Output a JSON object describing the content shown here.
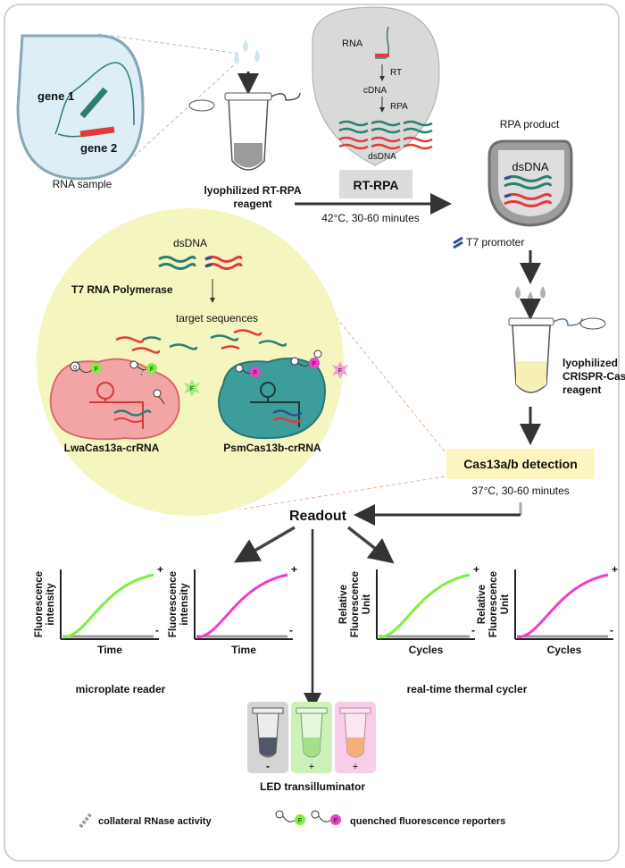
{
  "sample": {
    "label": "RNA sample",
    "gene1": "gene 1",
    "gene2": "gene 2"
  },
  "rt_reagent": {
    "line1": "lyophilized RT-RPA",
    "line2": "reagent"
  },
  "rt_steps": {
    "rna": "RNA",
    "rt": "RT",
    "cdna": "cDNA",
    "rpa": "RPA",
    "dsdna": "dsDNA"
  },
  "rtrpa": {
    "label": "RT-RPA",
    "conditions": "42°C, 30-60 minutes"
  },
  "rpa_product": {
    "title": "RPA product",
    "dsdna": "dsDNA",
    "t7": "T7 promoter"
  },
  "cas_reagent": {
    "line1": "lyophilized",
    "line2": "CRISPR-Cas",
    "line3": "reagent"
  },
  "circle": {
    "dsdna": "dsDNA",
    "polymerase": "T7 RNA Polymerase",
    "targets": "target sequences",
    "lwa": "LwaCas13a-crRNA",
    "psm": "PsmCas13b-crRNA"
  },
  "detection": {
    "label": "Cas13a/b detection",
    "conditions": "37°C, 30-60 minutes"
  },
  "readout": "Readout",
  "plots": [
    {
      "ylabel": [
        "Fluorescence",
        "intensity"
      ],
      "xlabel": "Time",
      "plus": "+",
      "minus": "-",
      "color": "#7df03e"
    },
    {
      "ylabel": [
        "Fluorescence",
        "intensity"
      ],
      "xlabel": "Time",
      "plus": "+",
      "minus": "-",
      "color": "#f03ec8"
    },
    {
      "ylabel": [
        "Relative",
        "Fluorescence",
        "Unit"
      ],
      "xlabel": "Cycles",
      "plus": "+",
      "minus": "-",
      "color": "#7df03e"
    },
    {
      "ylabel": [
        "Relative",
        "Fluorescence",
        "Unit"
      ],
      "xlabel": "Cycles",
      "plus": "+",
      "minus": "-",
      "color": "#f03ec8"
    }
  ],
  "instruments": {
    "microplate": "microplate reader",
    "thermal": "real-time thermal cycler",
    "led": "LED transilluminator"
  },
  "tubes": {
    "neg": "-",
    "pos1": "+",
    "pos2": "+"
  },
  "legend": {
    "collateral": "collateral RNase activity",
    "reporters": "quenched fluorescence reporters"
  },
  "reporter_letters": {
    "q": "Q",
    "f": "F"
  },
  "colors": {
    "green_strand": "#2a7f72",
    "red_strand": "#e23b3b",
    "blue_strand": "#2f4f8f",
    "circle_fill": "#f4f5bf",
    "lwa_fill": "#f3a5a5",
    "psm_fill": "#3c9d9b",
    "detection_box": "#fbf5c0"
  }
}
